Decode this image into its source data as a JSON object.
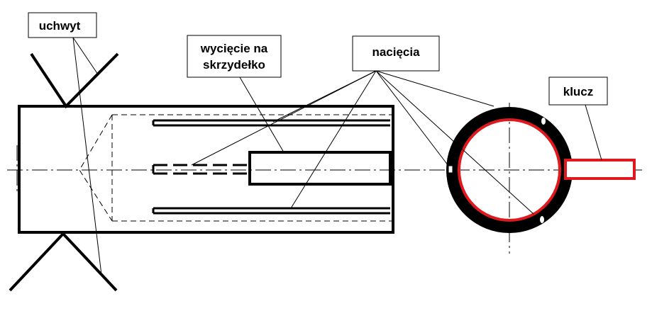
{
  "labels": {
    "uchwyt": "uchwyt",
    "wyciecie_line1": "wycięcie na",
    "wyciecie_line2": "skrzydełko",
    "naciecia": "nacięcia",
    "klucz": "klucz"
  },
  "colors": {
    "ink": "#000000",
    "ring_inner": "#e0191f",
    "key": "#e0191f",
    "background": "#ffffff"
  }
}
